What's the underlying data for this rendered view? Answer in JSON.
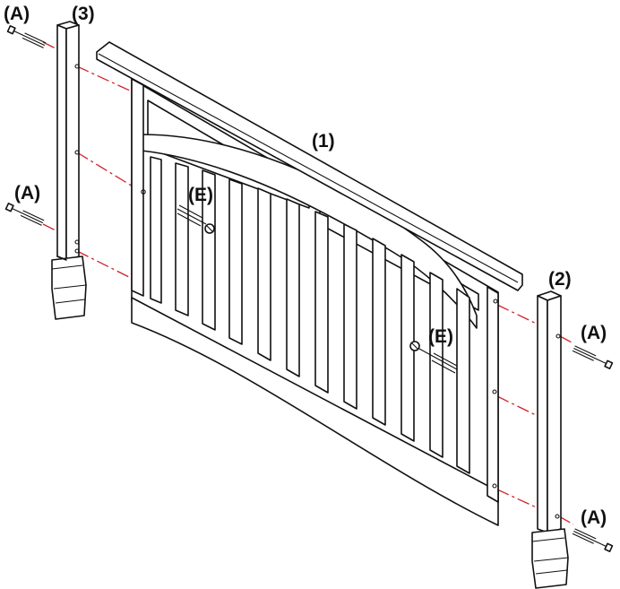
{
  "labels": {
    "part1": "(1)",
    "part2": "(2)",
    "part3": "(3)",
    "bolt_a": "(A)",
    "bolt_e": "(E)"
  },
  "colors": {
    "line": "#111111",
    "guide": "#d0212a",
    "background": "#ffffff"
  }
}
